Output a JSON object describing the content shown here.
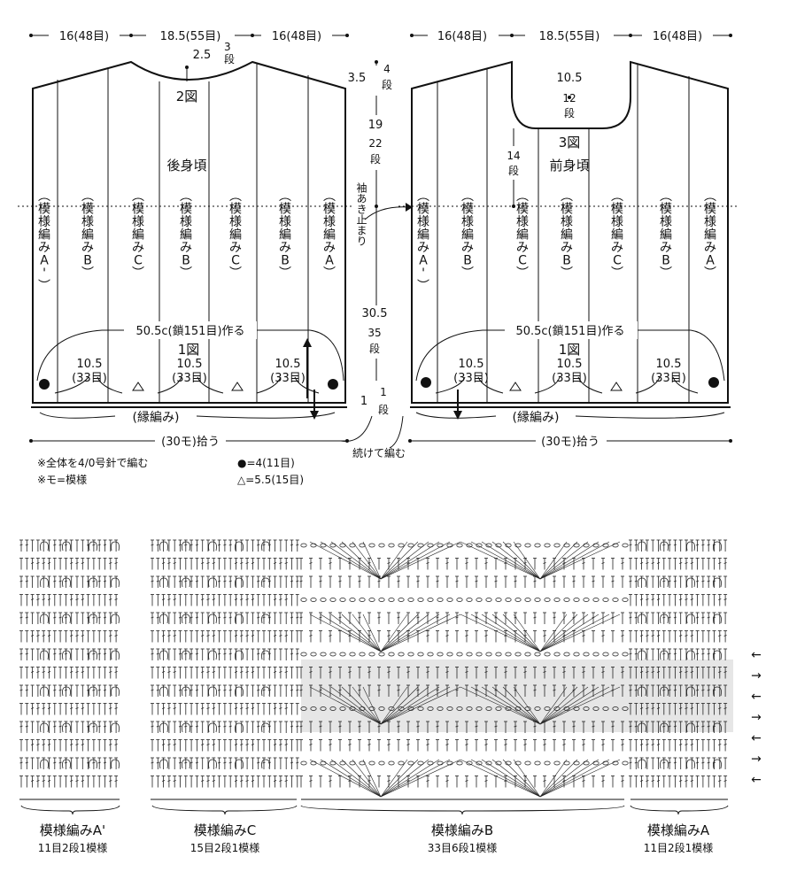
{
  "top_dims": {
    "side": "16(48目)",
    "center": "18.5(55目)"
  },
  "back": {
    "neck_w": "2.5",
    "neck_rows": [
      "3",
      "段"
    ],
    "fig": "2図",
    "title": "後身頃",
    "panels": [
      "(模様編みA')",
      "(模様編みB)",
      "(模様編みC)",
      "(模様編みB)",
      "(模様編みC)",
      "(模様編みB)",
      "(模様編みA)"
    ],
    "chain": "50.5c(鎖151目)作る",
    "fig1": "1図",
    "seg": [
      "10.5",
      "(33目)"
    ],
    "edge": "(縁編み)",
    "pick": "(30モ)拾う"
  },
  "front": {
    "neck_w": "10.5",
    "neck_rows": [
      "12",
      "段"
    ],
    "side_rows": [
      "14",
      "段"
    ],
    "fig": "3図",
    "title": "前身頃",
    "panels": [
      "(模様編みA')",
      "(模様編みB)",
      "(模様編みC)",
      "(模様編みB)",
      "(模様編みC)",
      "(模様編みB)",
      "(模様編みA)"
    ],
    "chain": "50.5c(鎖151目)作る",
    "fig1": "1図",
    "seg": [
      "10.5",
      "(33目)"
    ],
    "edge": "(縁編み)",
    "pick": "(30モ)拾う"
  },
  "center_dims": {
    "top": [
      "3.5",
      "4",
      "段"
    ],
    "mid": [
      "19",
      "22",
      "段"
    ],
    "armhole": "袖あき止まり",
    "low": [
      "30.5",
      "35",
      "段"
    ],
    "bot": [
      "1",
      "1",
      "段"
    ],
    "continue": "続けて編む"
  },
  "notes": [
    "※全体を4/0号針で編む",
    "※モ=模様"
  ],
  "legend": [
    "●=4(11目)",
    "△=5.5(15目)"
  ],
  "chart_labels": [
    {
      "name": "模様編みA'",
      "sub": "11目2段1模様"
    },
    {
      "name": "模様編みC",
      "sub": "15目2段1模様"
    },
    {
      "name": "模様編みB",
      "sub": "33目6段1模様"
    },
    {
      "name": "模様編みA",
      "sub": "11目2段1模様"
    }
  ],
  "row_arrows": [
    "←",
    "→",
    "←",
    "→",
    "←",
    "→",
    "←"
  ]
}
